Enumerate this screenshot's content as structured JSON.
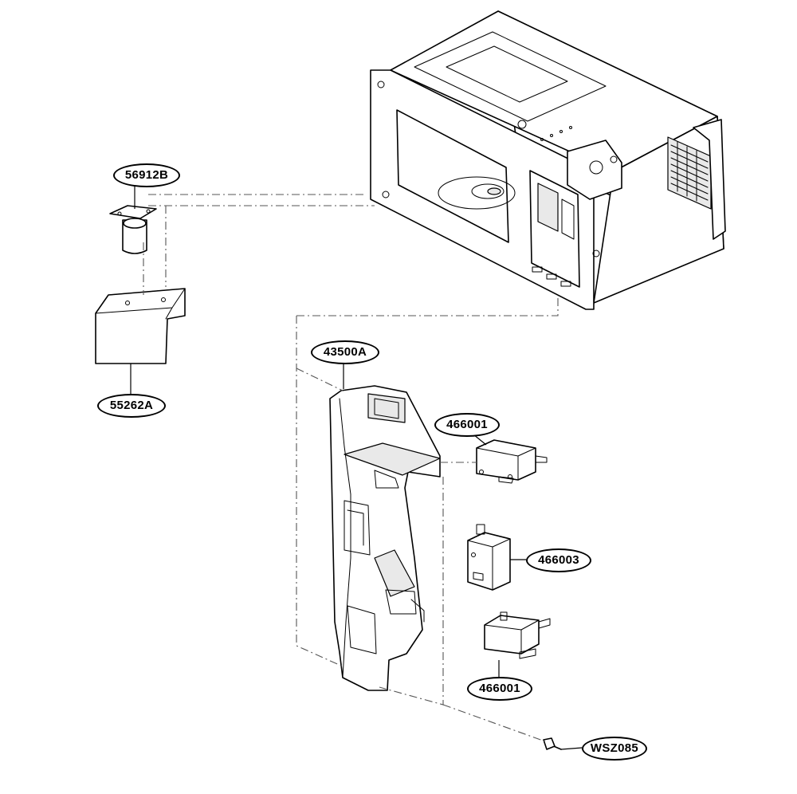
{
  "callouts": {
    "lamp": "56912B",
    "bracket": "55262A",
    "latch_board": "43500A",
    "switch_upper": "466001",
    "switch_middle": "466003",
    "switch_lower": "466001",
    "screw": "WSZ085"
  }
}
